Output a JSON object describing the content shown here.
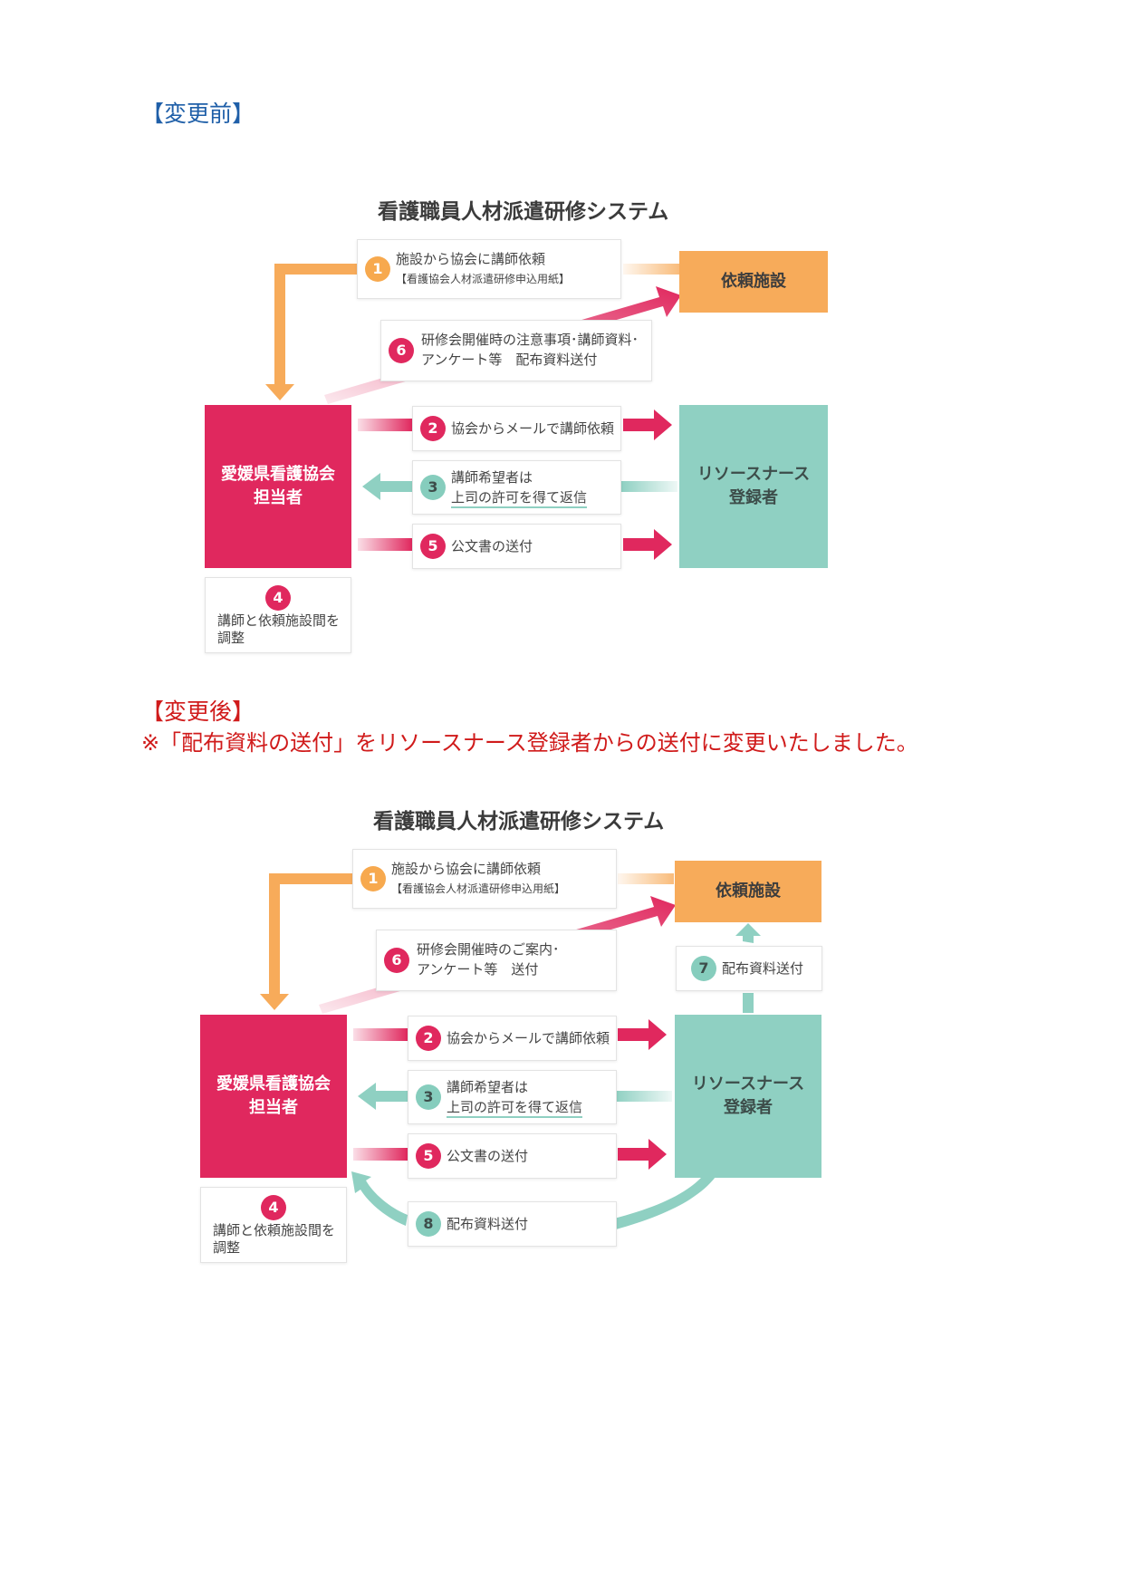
{
  "before_heading": "【変更前】",
  "after_heading": "【変更後】",
  "after_note": "※「配布資料の送付」をリソースナース登録者からの送付に変更いたしました。",
  "diagram_title": "看護職員人材派遣研修システム",
  "actors": {
    "association_line1": "愛媛県看護協会",
    "association_line2": "担当者",
    "resource_line1": "リソースナース",
    "resource_line2": "登録者",
    "facility": "依頼施設"
  },
  "steps_common": {
    "s1_num": "1",
    "s1_line1": "施設から協会に講師依頼",
    "s1_line2": "【看護協会人材派遣研修申込用紙】",
    "s2_num": "2",
    "s2_text": "協会からメールで講師依頼",
    "s3_num": "3",
    "s3_line1": "講師希望者は",
    "s3_line2": "上司の許可を得て返信",
    "s4_num": "4",
    "s4_line1": "講師と依頼施設間を",
    "s4_line2": "調整",
    "s5_num": "5",
    "s5_text": "公文書の送付",
    "s6_num": "6"
  },
  "before": {
    "s6_line1": "研修会開催時の注意事項･講師資料･",
    "s6_line2": "アンケート等　配布資料送付"
  },
  "after": {
    "s6_line1": "研修会開催時のご案内･",
    "s6_line2": "アンケート等　送付",
    "s7_num": "7",
    "s7_text": "配布資料送付",
    "s8_num": "8",
    "s8_text": "配布資料送付"
  },
  "colors": {
    "pink": "#e0285e",
    "teal": "#8fd0c2",
    "orange": "#f7ab5a",
    "heading_blue": "#1f5fa8",
    "note_red": "#d01b1b"
  }
}
